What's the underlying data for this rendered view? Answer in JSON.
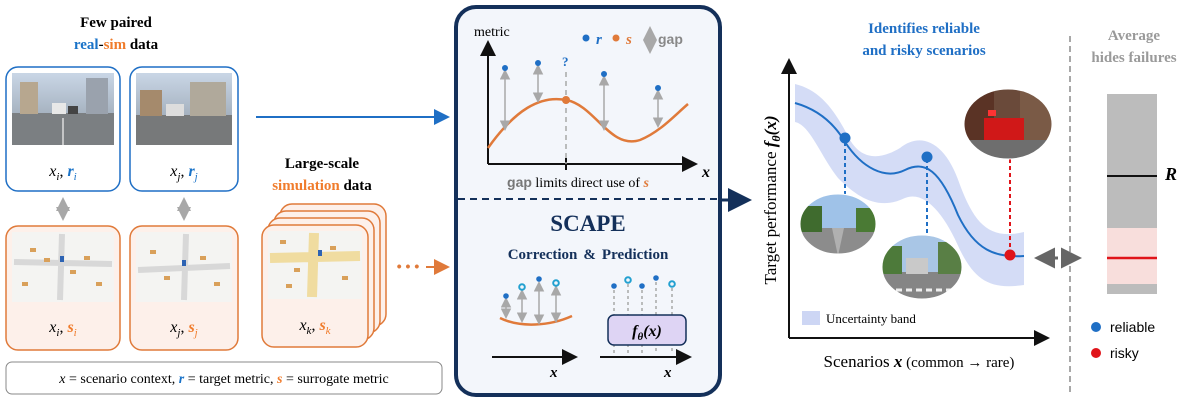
{
  "left": {
    "title_line1": "Few paired",
    "title_real": "real",
    "title_dash": "-",
    "title_sim": "sim",
    "title_data": " data",
    "real_cards": [
      {
        "x": "x",
        "sub": "i",
        "metric": "r",
        "msub": "i"
      },
      {
        "x": "x",
        "sub": "j",
        "metric": "r",
        "msub": "j"
      }
    ],
    "sim_cards": [
      {
        "x": "x",
        "sub": "i",
        "metric": "s",
        "msub": "i"
      },
      {
        "x": "x",
        "sub": "j",
        "metric": "s",
        "msub": "j"
      }
    ],
    "large_line1": "Large-scale",
    "large_sim": "simulation",
    "large_data": " data",
    "stack_card": {
      "x": "x",
      "sub": "k",
      "metric": "s",
      "msub": "k"
    },
    "ellipsis": "• • •",
    "legend": {
      "x": "x",
      "x_desc": " = scenario context, ",
      "r": "r",
      "r_desc": " = target metric, ",
      "s": "s",
      "s_desc": " = surrogate metric"
    }
  },
  "middle": {
    "metric_label": "metric",
    "legend_r": "r",
    "legend_s": "s",
    "legend_gap": "gap",
    "question": "?",
    "x_axis": "x",
    "gap_caption_gap": "gap",
    "gap_caption_rest": " limits direct use of ",
    "gap_caption_s": "s",
    "scape_title": "SCAPE",
    "subtitle_correction": "Correction",
    "subtitle_amp": "&",
    "subtitle_prediction": "Prediction",
    "f_label": "f",
    "f_sub": "θ",
    "f_arg": "(x)",
    "x_axis_left": "x",
    "x_axis_right": "x"
  },
  "right": {
    "title_line1": "Identifies reliable",
    "title_line2": "and risky scenarios",
    "y_label": "Target performance ",
    "y_f": "f",
    "y_sub": "θ",
    "y_arg": "(x)",
    "x_label": "Scenarios ",
    "x_var": "x",
    "x_suffix": " (common → rare)",
    "band_legend": "Uncertainty band",
    "avg_title_line1": "Average",
    "avg_title_line2": "hides failures",
    "R_label": "R",
    "legend_reliable": "reliable",
    "legend_risky": "risky"
  },
  "colors": {
    "blue": "#1f6fc5",
    "orange": "#e07a3a",
    "navy": "#14305a",
    "real_blue": "#1a73c8",
    "sim_orange": "#f07c2c",
    "gray": "#9a9a9a",
    "red": "#e0141a",
    "band": "#cdd6f4"
  }
}
